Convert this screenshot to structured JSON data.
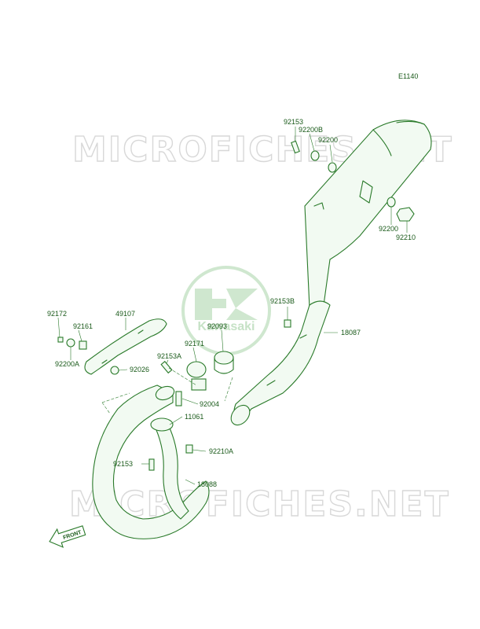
{
  "diagram": {
    "code": "E1140",
    "watermark": "MICROFICHES.NET",
    "brand": "Kawasaki",
    "front_label": "FRONT",
    "parts": [
      {
        "id": "92153_top",
        "label": "92153"
      },
      {
        "id": "92200B",
        "label": "92200B"
      },
      {
        "id": "92200_top",
        "label": "92200"
      },
      {
        "id": "92200_right",
        "label": "92200"
      },
      {
        "id": "92210",
        "label": "92210"
      },
      {
        "id": "92153B",
        "label": "92153B"
      },
      {
        "id": "92093",
        "label": "92093"
      },
      {
        "id": "18087",
        "label": "18087"
      },
      {
        "id": "92172",
        "label": "92172"
      },
      {
        "id": "49107",
        "label": "49107"
      },
      {
        "id": "92161",
        "label": "92161"
      },
      {
        "id": "92171",
        "label": "92171"
      },
      {
        "id": "92153A",
        "label": "92153A"
      },
      {
        "id": "92200A",
        "label": "92200A"
      },
      {
        "id": "92026",
        "label": "92026"
      },
      {
        "id": "92004",
        "label": "92004"
      },
      {
        "id": "11061",
        "label": "11061"
      },
      {
        "id": "92210A",
        "label": "92210A"
      },
      {
        "id": "92153_bottom",
        "label": "92153"
      },
      {
        "id": "18088",
        "label": "18088"
      }
    ]
  }
}
